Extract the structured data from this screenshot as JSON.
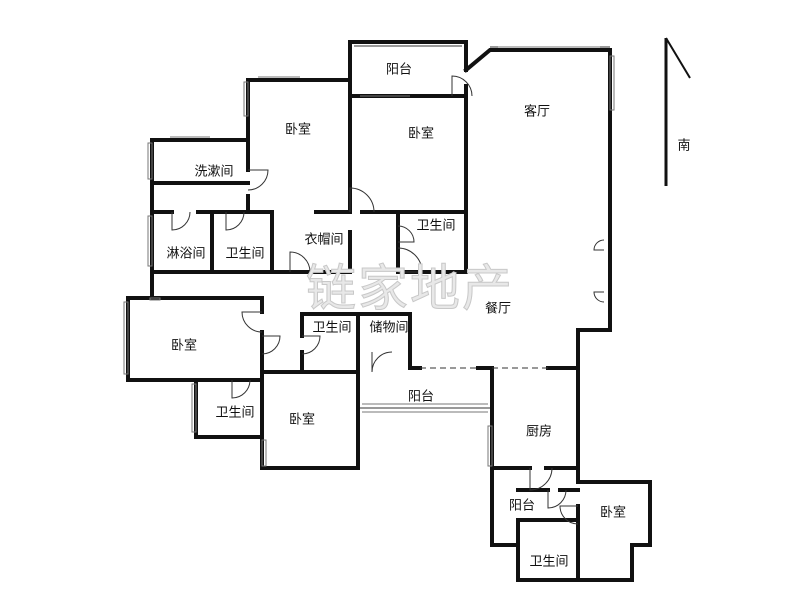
{
  "watermark": "链家地产",
  "compass": {
    "label": "南"
  },
  "rooms": {
    "balcony_top": "阳台",
    "living_room": "客厅",
    "bedroom_top_left": "卧室",
    "bedroom_top_mid": "卧室",
    "washroom": "洗漱间",
    "shower_room": "淋浴间",
    "bathroom_top_left": "卫生间",
    "cloakroom": "衣帽间",
    "bathroom_top_mid": "卫生间",
    "dining_room": "餐厅",
    "bedroom_mid_left": "卧室",
    "bathroom_center": "卫生间",
    "storage_room": "储物间",
    "balcony_mid": "阳台",
    "bathroom_lower_left": "卫生间",
    "bedroom_lower": "卧室",
    "kitchen": "厨房",
    "balcony_lower": "阳台",
    "bedroom_bottom_right": "卧室",
    "bathroom_bottom_right": "卫生间"
  }
}
